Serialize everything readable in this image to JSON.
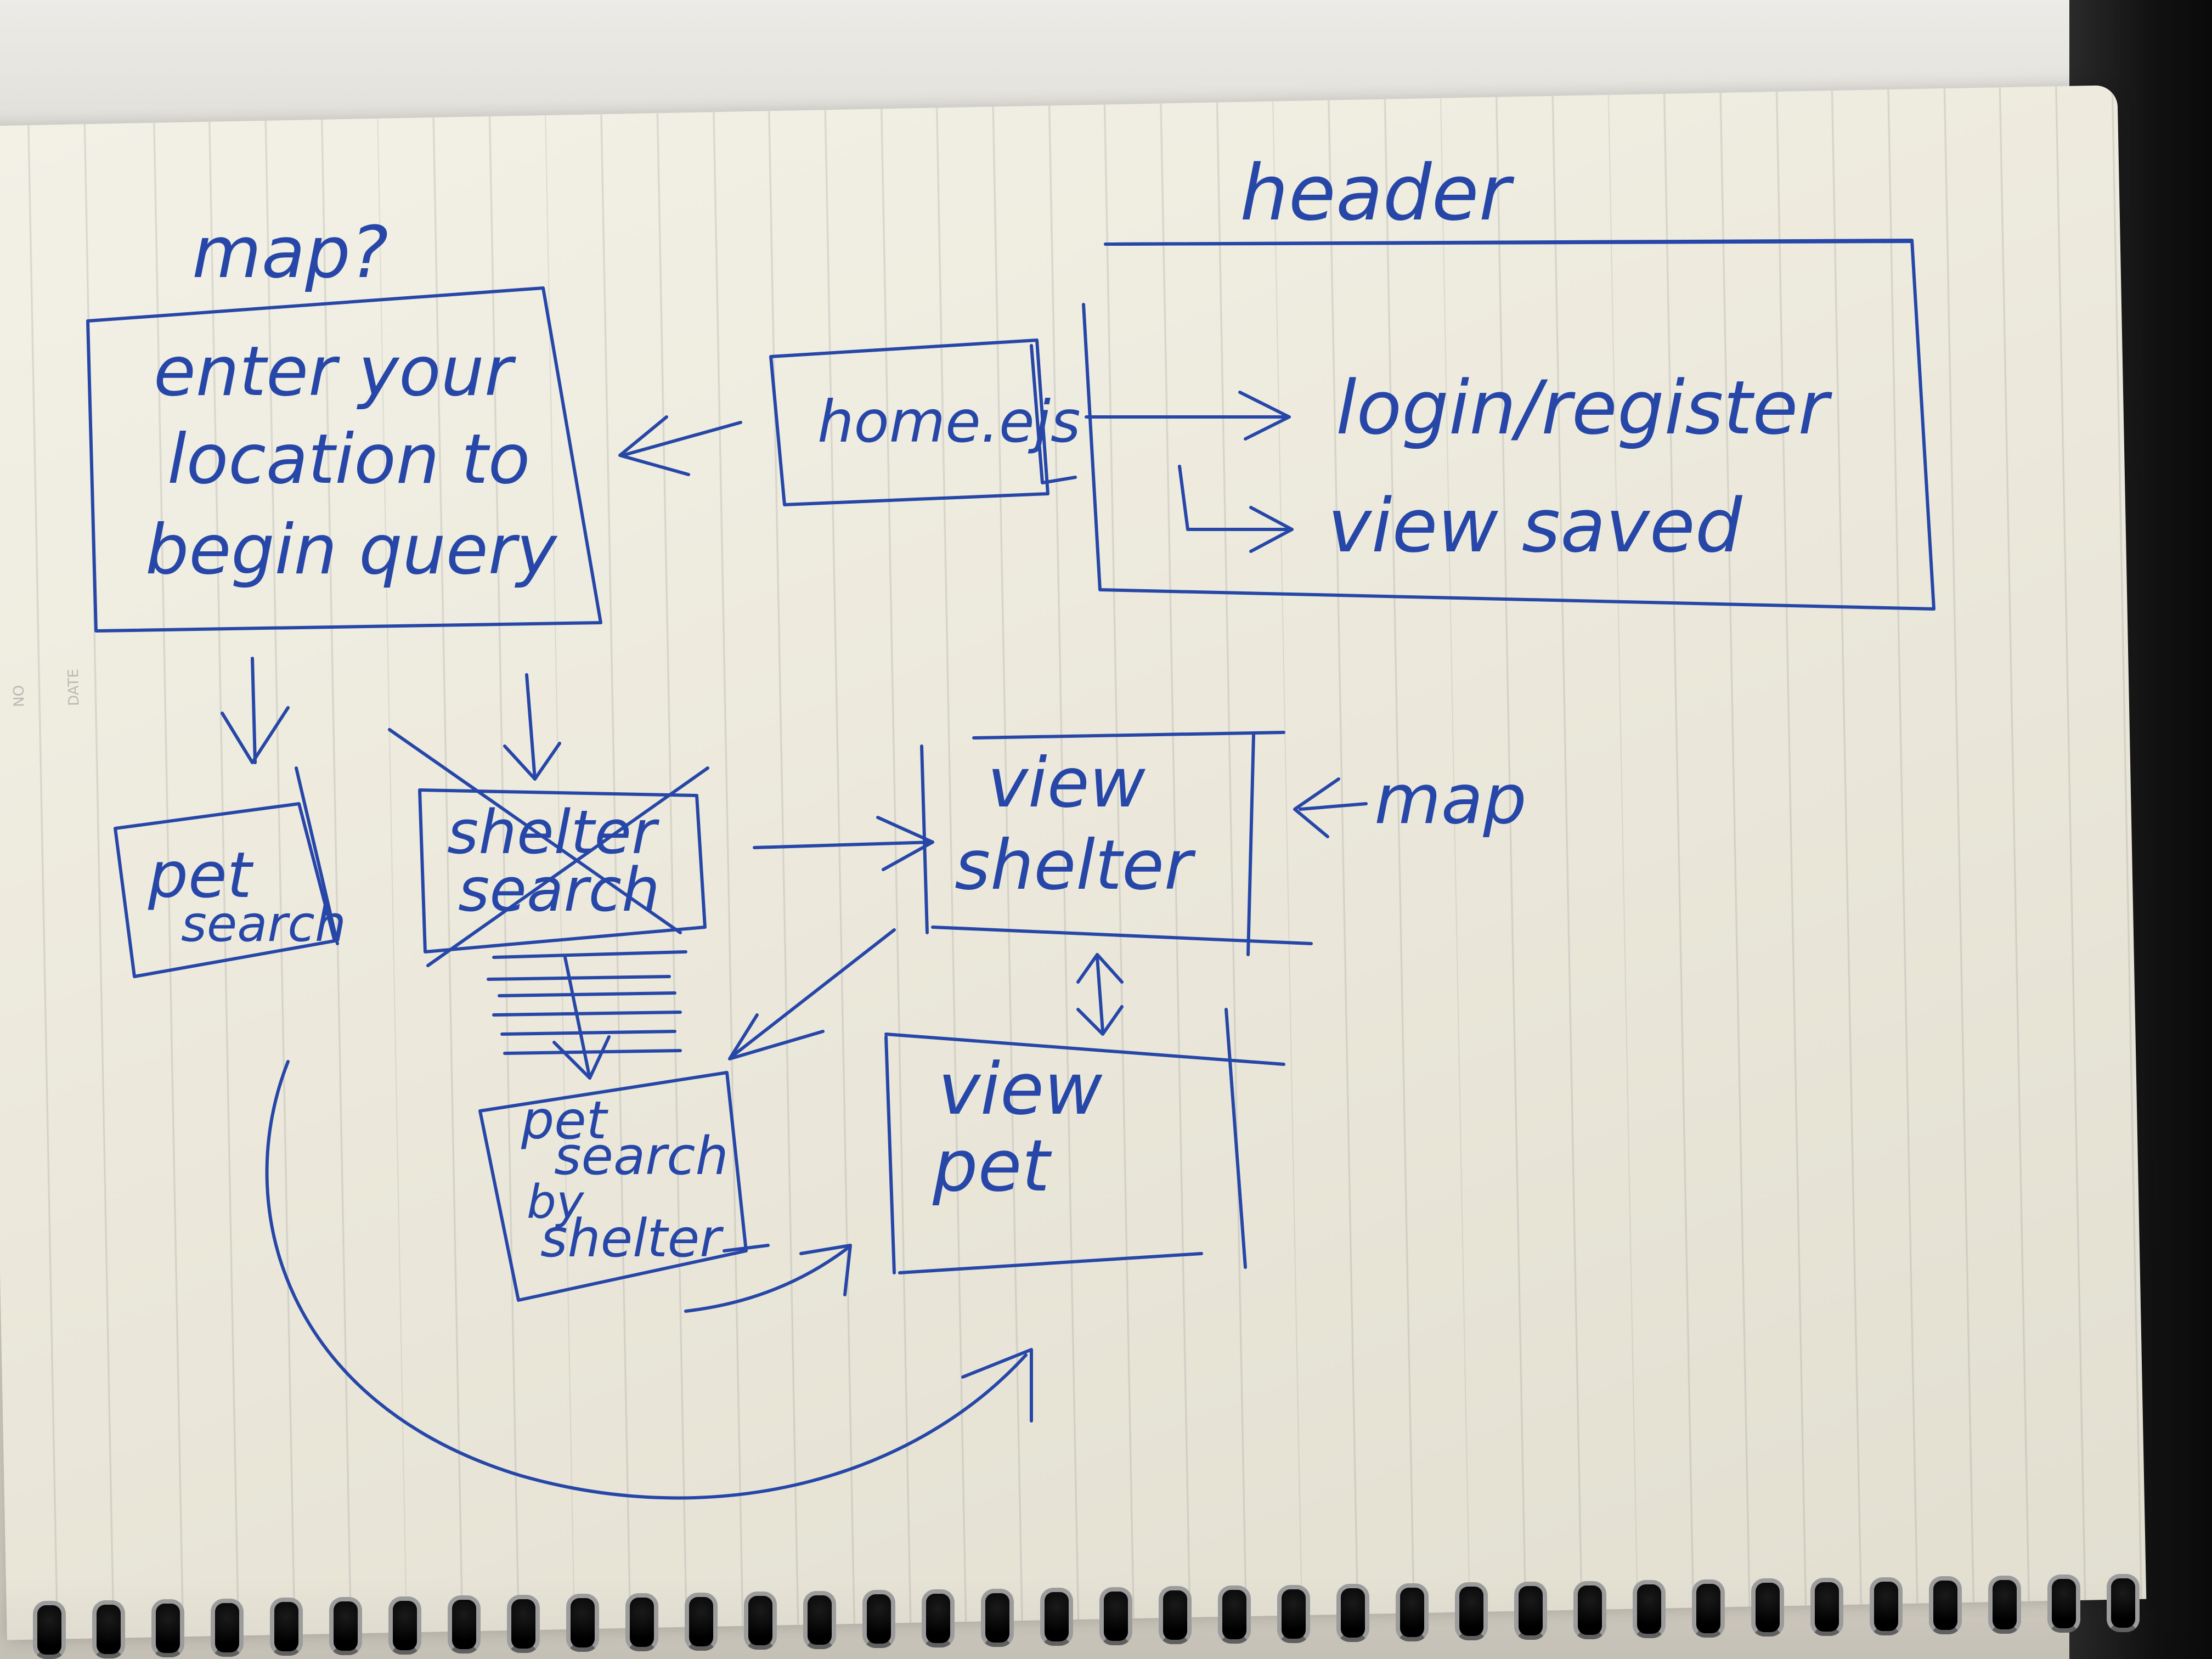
{
  "diagram": {
    "header_label": "header",
    "map_question": "map?",
    "location_box": [
      "enter your",
      "location to",
      "begin query"
    ],
    "home_box": "home.ejs",
    "login_register": "login/register",
    "view_saved": "view saved",
    "pet_search": [
      "pet",
      "search"
    ],
    "shelter_search": [
      "shelter",
      "search"
    ],
    "view_shelter": [
      "view",
      "shelter"
    ],
    "map_label": "map",
    "pet_search_by_shelter": [
      "pet",
      "search",
      "by",
      "shelter"
    ],
    "view_pet": [
      "view",
      "pet"
    ],
    "margin_no": "NO",
    "margin_date": "DATE"
  },
  "colors": {
    "ink": "#2747a8",
    "paper": "#efede2"
  }
}
